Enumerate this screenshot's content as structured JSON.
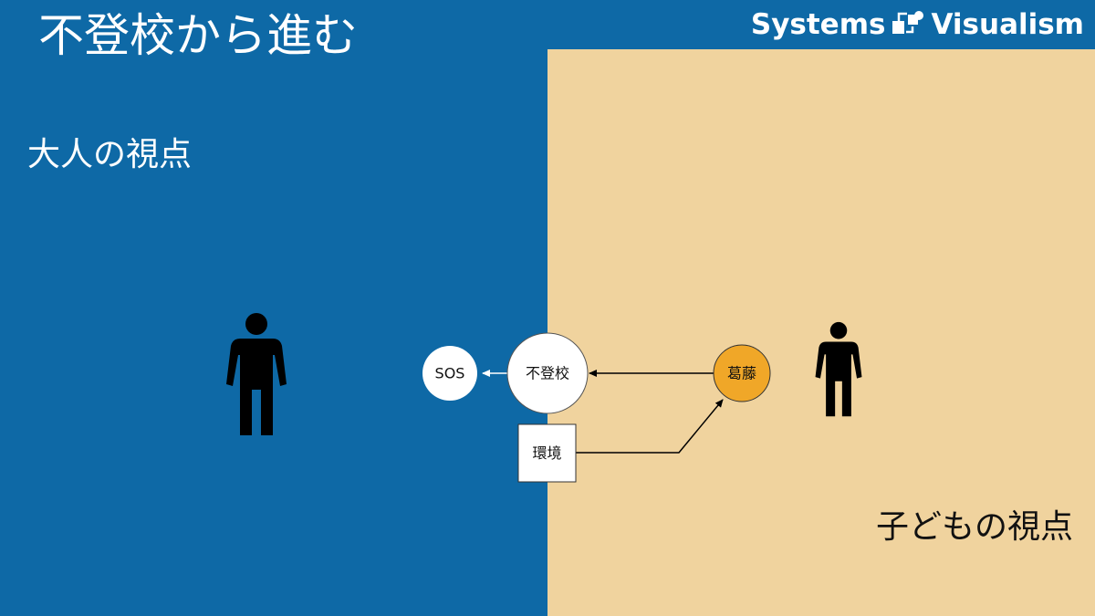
{
  "slide": {
    "title": "不登校から進む",
    "adult_view_label": "大人の視点",
    "child_view_label": "子どもの視点",
    "colors": {
      "adult_panel": "#0e69a6",
      "child_panel": "#f0d39e",
      "conflict_node": "#f0a728"
    }
  },
  "brand": {
    "word1": "Systems",
    "word2": "Visualism",
    "icon": "systems-visualism-logo-icon"
  },
  "diagram": {
    "nodes": {
      "sos": "SOS",
      "futoko": "不登校",
      "katto": "葛藤",
      "kankyo": "環境"
    },
    "edges": [
      {
        "from": "futoko",
        "to": "sos"
      },
      {
        "from": "katto",
        "to": "futoko"
      },
      {
        "from": "kankyo",
        "to": "katto"
      }
    ]
  },
  "figures": {
    "adult": "person-icon",
    "child": "person-icon"
  }
}
